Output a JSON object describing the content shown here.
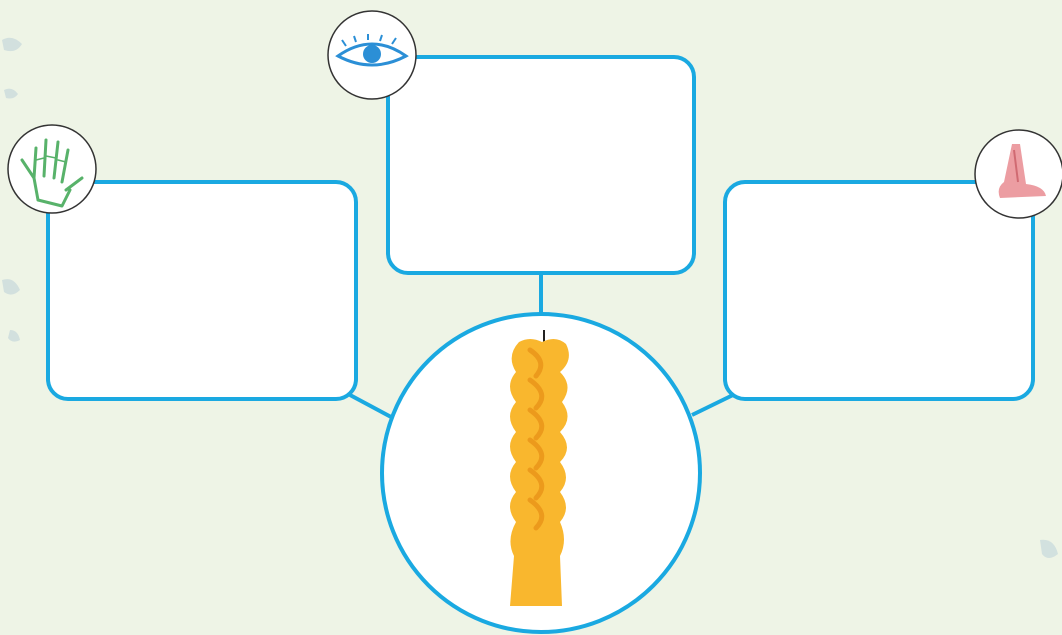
{
  "diagram": {
    "center": {
      "object": "candle",
      "object_icon": "twisted-candle-icon"
    },
    "boxes": [
      {
        "key": "touch",
        "sense_icon": "hand-icon",
        "text": ""
      },
      {
        "key": "sight",
        "sense_icon": "eye-icon",
        "text": ""
      },
      {
        "key": "smell",
        "sense_icon": "nose-icon",
        "text": ""
      }
    ]
  },
  "colors": {
    "background": "#eef4e6",
    "outline": "#1aa9e1",
    "box_fill": "#ffffff",
    "candle": "#f9b72e",
    "candle_shade": "#ec9a1c",
    "hand": "#58b26a",
    "eye": "#2b8fd6",
    "nose": "#e98c92"
  }
}
